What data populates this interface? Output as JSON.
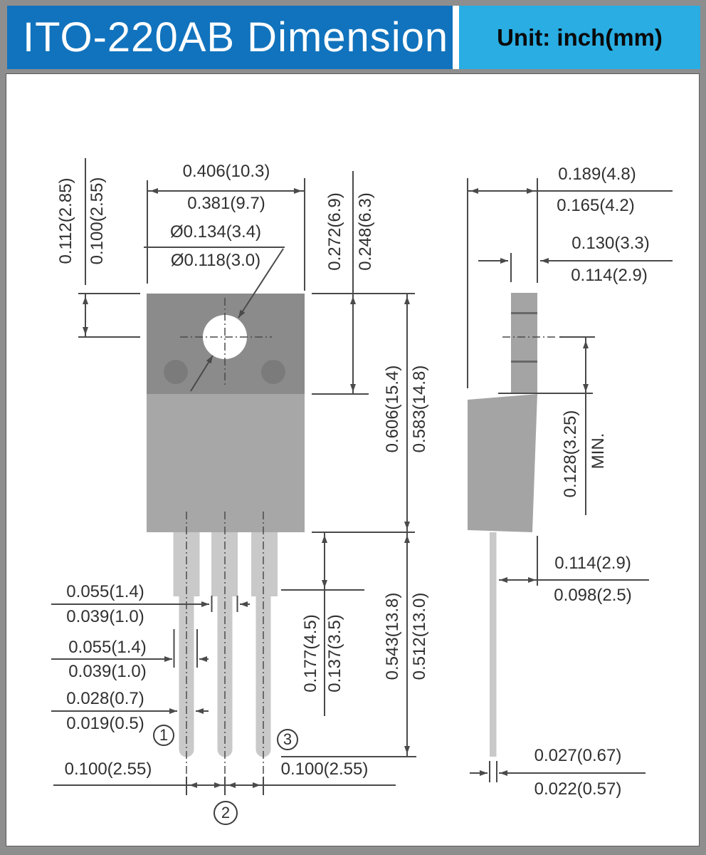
{
  "header": {
    "title": "ITO-220AB Dimension",
    "unit": "Unit: inch(mm)"
  },
  "colors": {
    "title_bg": "#1173bd",
    "unit_bg": "#29ade3",
    "frame_bg": "#8e8e8e",
    "panel_bg": "#ffffff",
    "tab_fill": "#8b8b8b",
    "body_fill": "#a7a7a7",
    "side_fill": "#a4a4a4",
    "lead_fill": "#c9c9c9",
    "dot_fill": "#7b7b7b",
    "notch_fill": "#686868",
    "line_color": "#4a4a4a",
    "text_color": "#303030"
  },
  "front_view": {
    "top_width": {
      "max": "0.406(10.3)",
      "min": "0.381(9.7)"
    },
    "hole_diameter": {
      "max": "Ø0.134(3.4)",
      "min": "Ø0.118(3.0)"
    },
    "hole_to_top": {
      "max": "0.112(2.85)",
      "min": "0.100(2.55)"
    },
    "tab_height": {
      "max": "0.272(6.9)",
      "min": "0.248(6.3)"
    },
    "overall_height": {
      "max": "0.606(15.4)",
      "min": "0.583(14.8)"
    },
    "lead2_width": {
      "max": "0.055(1.4)",
      "min": "0.039(1.0)"
    },
    "lead1_width": {
      "max": "0.055(1.4)",
      "min": "0.039(1.0)"
    },
    "lead_tip_width": {
      "max": "0.028(0.7)",
      "min": "0.019(0.5)"
    },
    "shoulder_length": {
      "max": "0.177(4.5)",
      "min": "0.137(3.5)"
    },
    "lead_length": {
      "max": "0.543(13.8)",
      "min": "0.512(13.0)"
    },
    "pitch_left": "0.100(2.55)",
    "pitch_right": "0.100(2.55)",
    "pins": [
      "1",
      "2",
      "3"
    ]
  },
  "side_view": {
    "overall_depth": {
      "max": "0.189(4.8)",
      "min": "0.165(4.2)"
    },
    "tab_depth": {
      "max": "0.130(3.3)",
      "min": "0.114(2.9)"
    },
    "hole_center_min": {
      "value": "0.128(3.25)",
      "qualifier": "MIN."
    },
    "lead_setback": {
      "max": "0.114(2.9)",
      "min": "0.098(2.5)"
    },
    "lead_thickness": {
      "max": "0.027(0.67)",
      "min": "0.022(0.57)"
    }
  }
}
